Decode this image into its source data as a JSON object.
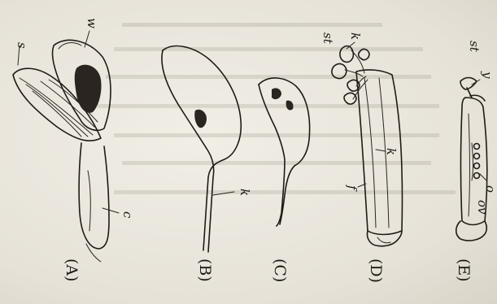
{
  "figure": {
    "panels": [
      {
        "id": "A",
        "label": "(A)",
        "parts": {
          "s": "s",
          "w": "w",
          "c": "c"
        }
      },
      {
        "id": "B",
        "label": "(B)",
        "parts": {
          "k": "k"
        }
      },
      {
        "id": "C",
        "label": "(C)",
        "parts": {}
      },
      {
        "id": "D",
        "label": "(D)",
        "parts": {
          "st": "st",
          "k_top": "k",
          "f": "f",
          "k_mid": "k"
        }
      },
      {
        "id": "E",
        "label": "(E)",
        "parts": {
          "st": "st",
          "y": "y",
          "o": "o",
          "ov": "ov"
        }
      }
    ]
  }
}
